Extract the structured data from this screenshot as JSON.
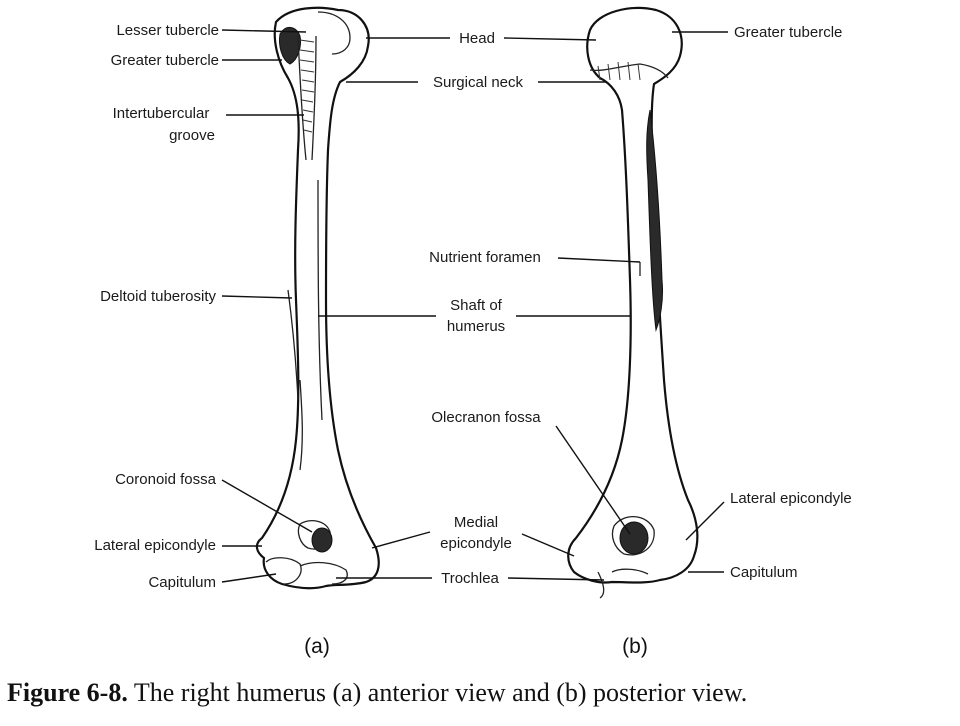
{
  "labels": {
    "lesser_tubercle": "Lesser tubercle",
    "greater_tubercle_a": "Greater tubercle",
    "intertubercular_1": "Intertubercular",
    "intertubercular_2": "groove",
    "deltoid_tuberosity": "Deltoid tuberosity",
    "coronoid_fossa": "Coronoid fossa",
    "lateral_epicondyle_a": "Lateral epicondyle",
    "capitulum_a": "Capitulum",
    "head": "Head",
    "surgical_neck": "Surgical neck",
    "nutrient_foramen": "Nutrient foramen",
    "shaft_1": "Shaft of",
    "shaft_2": "humerus",
    "olecranon_fossa": "Olecranon fossa",
    "medial_epicondyle_1": "Medial",
    "medial_epicondyle_2": "epicondyle",
    "trochlea": "Trochlea",
    "greater_tubercle_b": "Greater tubercle",
    "lateral_epicondyle_b": "Lateral epicondyle",
    "capitulum_b": "Capitulum"
  },
  "views": {
    "a": "(a)",
    "b": "(b)"
  },
  "caption": {
    "number": "Figure 6-8.",
    "text": " The right humerus (a) anterior view and (b) posterior view."
  }
}
